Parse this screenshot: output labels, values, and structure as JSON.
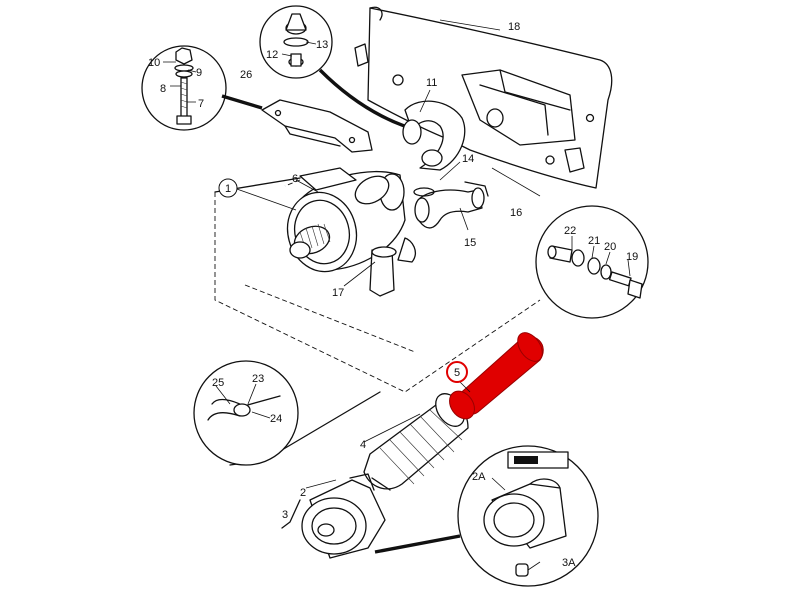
{
  "diagram": {
    "highlight_color": "#e00000",
    "highlighted_part": "5",
    "callouts": {
      "p1": "1",
      "p2": "2",
      "p2a": "2A",
      "p3": "3",
      "p3a": "3A",
      "p4": "4",
      "p5": "5",
      "p6": "6",
      "p7": "7",
      "p8": "8",
      "p9": "9",
      "p10": "10",
      "p11": "11",
      "p12": "12",
      "p13": "13",
      "p14": "14",
      "p15": "15",
      "p16": "16",
      "p17": "17",
      "p18": "18",
      "p19": "19",
      "p20": "20",
      "p21": "21",
      "p22": "22",
      "p23": "23",
      "p24": "24",
      "p25": "25",
      "p26": "26"
    }
  }
}
